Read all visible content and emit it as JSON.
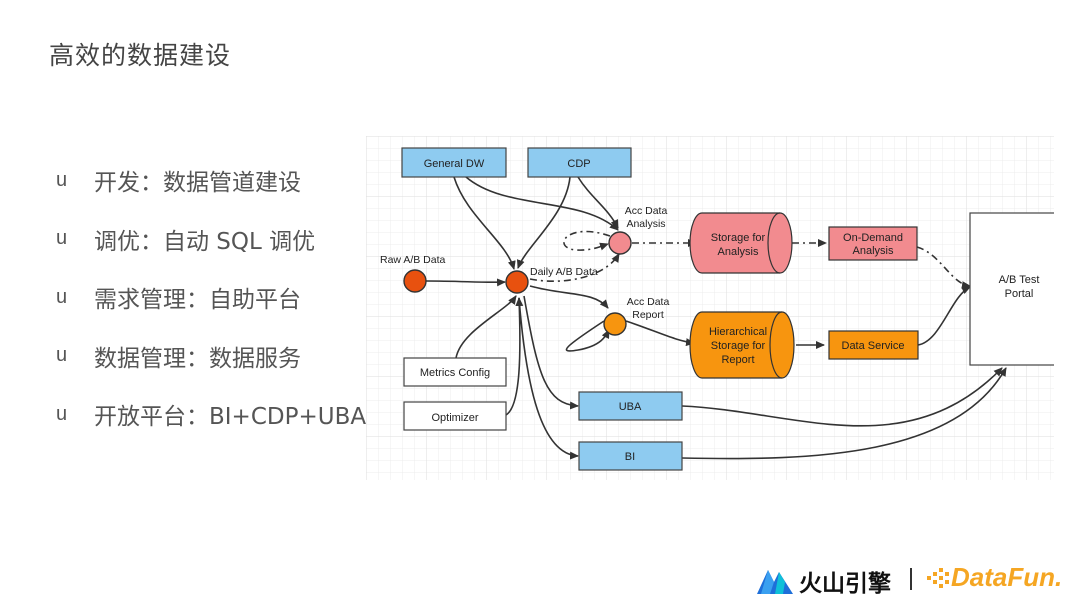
{
  "slide": {
    "title": "高效的数据建设",
    "bullet_marker": "u",
    "bullets": [
      "开发：数据管道建设",
      "调优：自动 SQL 调优",
      "需求管理：自助平台",
      "数据管理：数据服务",
      "开放平台：BI+CDP+UBA"
    ]
  },
  "diagram": {
    "general_dw": "General DW",
    "cdp": "CDP",
    "raw_ab_data": "Raw A/B Data",
    "daily_ab_data": "Daily A/B Data",
    "acc_data_analysis": [
      "Acc Data",
      "Analysis"
    ],
    "acc_data_report": [
      "Acc Data",
      "Report"
    ],
    "storage_for_analysis": [
      "Storage for",
      "Analysis"
    ],
    "hierarchical_storage": [
      "Hierarchical",
      "Storage for",
      "Report"
    ],
    "on_demand_analysis": [
      "On-Demand",
      "Analysis"
    ],
    "data_service": "Data Service",
    "ab_test_portal": [
      "A/B Test",
      "Portal"
    ],
    "metrics_config": "Metrics Config",
    "optimizer": "Optimizer",
    "uba": "UBA",
    "bi": "BI",
    "colors": {
      "blue_box": "#8ecbf0",
      "orange_node": "#e8510f",
      "pink": "#f28b8f",
      "orange_store": "#f7950f",
      "grid": "#e4e4e4"
    }
  },
  "brand": {
    "volcano": "火山引擎",
    "datafun": "DataFun."
  }
}
